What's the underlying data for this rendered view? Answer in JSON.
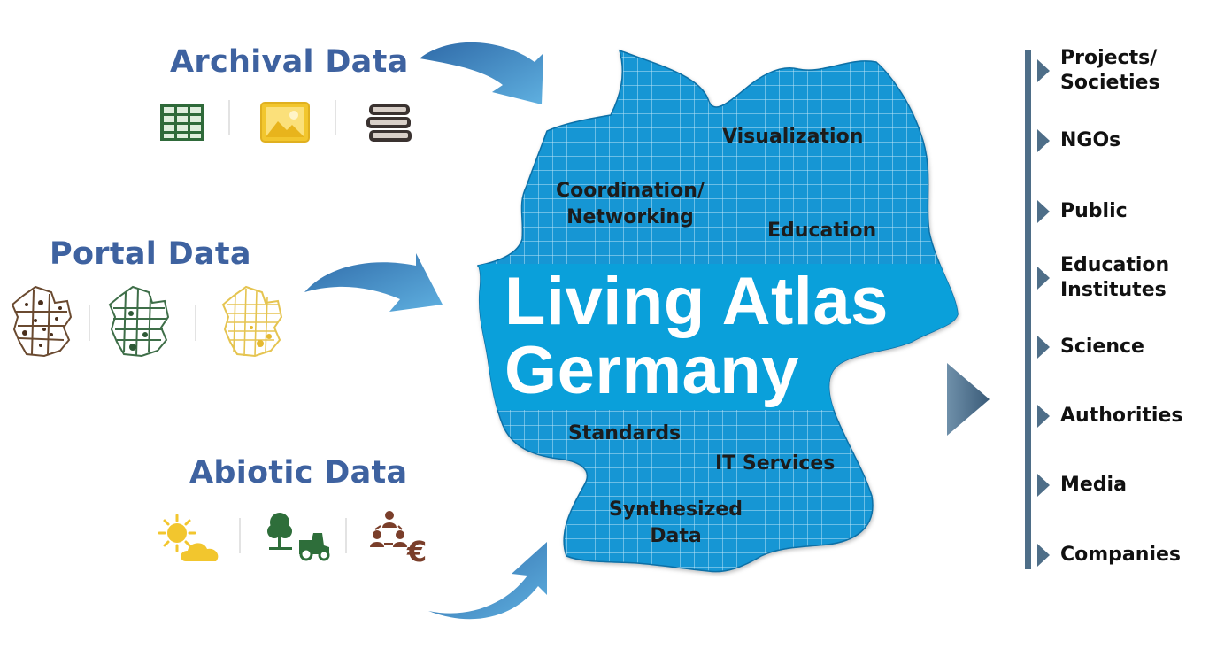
{
  "sources": {
    "archival": {
      "title": "Archival Data",
      "icons": [
        "spreadsheet-icon",
        "image-icon",
        "books-icon"
      ]
    },
    "portal": {
      "title": "Portal Data",
      "icons": [
        "brown-map-icon",
        "green-map-icon",
        "yellow-map-icon"
      ]
    },
    "abiotic": {
      "title": "Abiotic Data",
      "icons": [
        "weather-icon",
        "tree-tractor-icon",
        "people-euro-icon"
      ]
    }
  },
  "center": {
    "title_line1": "Living Atlas",
    "title_line2": "Germany",
    "topics": {
      "visualization": "Visualization",
      "coordination_line1": "Coordination/",
      "coordination_line2": "Networking",
      "education": "Education",
      "standards": "Standards",
      "it_services": "IT Services",
      "synthesized_line1": "Synthesized",
      "synthesized_line2": "Data"
    }
  },
  "targets": [
    "Projects/\nSocieties",
    "NGOs",
    "Public",
    "Education\nInstitutes",
    "Science",
    "Authorities",
    "Media",
    "Companies"
  ],
  "colors": {
    "title_blue": "#3e62a0",
    "map_blue": "#1596d4",
    "band_blue": "#0aa0da",
    "arrow_blue": "#3f86bf",
    "slate": "#4e6e88"
  }
}
